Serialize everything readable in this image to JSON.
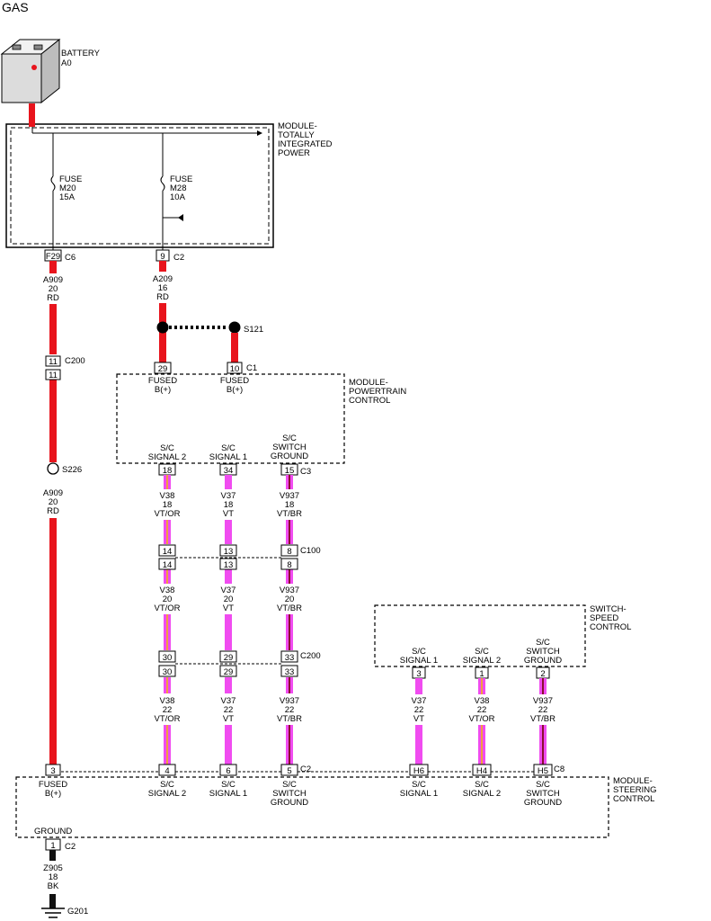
{
  "title": "GAS",
  "components": {
    "battery": [
      "BATTERY",
      "A0"
    ],
    "tipm": [
      "MODULE-",
      "TOTALLY",
      "INTEGRATED",
      "POWER"
    ],
    "pcm": [
      "MODULE-",
      "POWERTRAIN",
      "CONTROL"
    ],
    "ssc": [
      "SWITCH-",
      "SPEED",
      "CONTROL"
    ],
    "scm": [
      "MODULE-",
      "STEERING",
      "CONTROL"
    ]
  },
  "fuses": [
    {
      "lines": [
        "FUSE",
        "M20",
        "15A"
      ]
    },
    {
      "lines": [
        "FUSE",
        "M28",
        "10A"
      ]
    }
  ],
  "connectors": {
    "c6": "C6",
    "c2_tipm": "C2",
    "c200_a": "C200",
    "c1": "C1",
    "c3": "C3",
    "c100": "C100",
    "c200_b": "C200",
    "c2_scm": "C2",
    "c8": "C8",
    "c2_gnd": "C2"
  },
  "splices": {
    "s121": "S121",
    "s226": "S226"
  },
  "ground": "G201",
  "pins": {
    "f29": "F29",
    "p9": "9",
    "p11a": "11",
    "p11b": "11",
    "p29": "29",
    "p10": "10",
    "p18": "18",
    "p34": "34",
    "p15": "15",
    "p14a": "14",
    "p13a": "13",
    "p8a": "8",
    "p14b": "14",
    "p13b": "13",
    "p8b": "8",
    "p30a": "30",
    "p29a": "29",
    "p33a": "33",
    "p30b": "30",
    "p29b": "29",
    "p33b": "33",
    "p3ssc": "3",
    "p1ssc": "1",
    "p2ssc": "2",
    "p3scm": "3",
    "p4scm": "4",
    "p6scm": "6",
    "p5scm": "5",
    "h6": "H6",
    "h4": "H4",
    "h5": "H5",
    "p1gnd": "1"
  },
  "wires": {
    "a909_top": [
      "A909",
      "20",
      "RD"
    ],
    "a209": [
      "A209",
      "16",
      "RD"
    ],
    "a909_bot": [
      "A909",
      "20",
      "RD"
    ],
    "v38_18": [
      "V38",
      "18",
      "VT/OR"
    ],
    "v37_18": [
      "V37",
      "18",
      "VT"
    ],
    "v937_18": [
      "V937",
      "18",
      "VT/BR"
    ],
    "v38_20": [
      "V38",
      "20",
      "VT/OR"
    ],
    "v37_20": [
      "V37",
      "20",
      "VT"
    ],
    "v937_20": [
      "V937",
      "20",
      "VT/BR"
    ],
    "v38_22": [
      "V38",
      "22",
      "VT/OR"
    ],
    "v37_22": [
      "V37",
      "22",
      "VT"
    ],
    "v937_22": [
      "V937",
      "22",
      "VT/BR"
    ],
    "v37_22r": [
      "V37",
      "22",
      "VT"
    ],
    "v38_22r": [
      "V38",
      "22",
      "VT/OR"
    ],
    "v937_22r": [
      "V937",
      "22",
      "VT/BR"
    ],
    "z905": [
      "Z905",
      "18",
      "BK"
    ]
  },
  "pin_labels": {
    "pcm_fused_a": [
      "FUSED",
      "B(+)"
    ],
    "pcm_fused_b": [
      "FUSED",
      "B(+)"
    ],
    "pcm_sig2": [
      "S/C",
      "SIGNAL 2"
    ],
    "pcm_sig1": [
      "S/C",
      "SIGNAL 1"
    ],
    "pcm_gnd": [
      "S/C",
      "SWITCH",
      "GROUND"
    ],
    "ssc_sig1": [
      "S/C",
      "SIGNAL 1"
    ],
    "ssc_sig2": [
      "S/C",
      "SIGNAL 2"
    ],
    "ssc_gnd": [
      "S/C",
      "SWITCH",
      "GROUND"
    ],
    "scm_fused": [
      "FUSED",
      "B(+)"
    ],
    "scm_sig2": [
      "S/C",
      "SIGNAL 2"
    ],
    "scm_sig1": [
      "S/C",
      "SIGNAL 1"
    ],
    "scm_gnd": [
      "S/C",
      "SWITCH",
      "GROUND"
    ],
    "scm_sig1r": [
      "S/C",
      "SIGNAL 1"
    ],
    "scm_sig2r": [
      "S/C",
      "SIGNAL 2"
    ],
    "scm_gndr": [
      "S/C",
      "SWITCH",
      "GROUND"
    ],
    "scm_ground": [
      "GROUND"
    ]
  },
  "colors": {
    "red": "#e8141c",
    "violet": "#f04cf0",
    "orange_tracer": "#f0a040",
    "brown_tracer": "#8a1030",
    "black": "#111111"
  }
}
